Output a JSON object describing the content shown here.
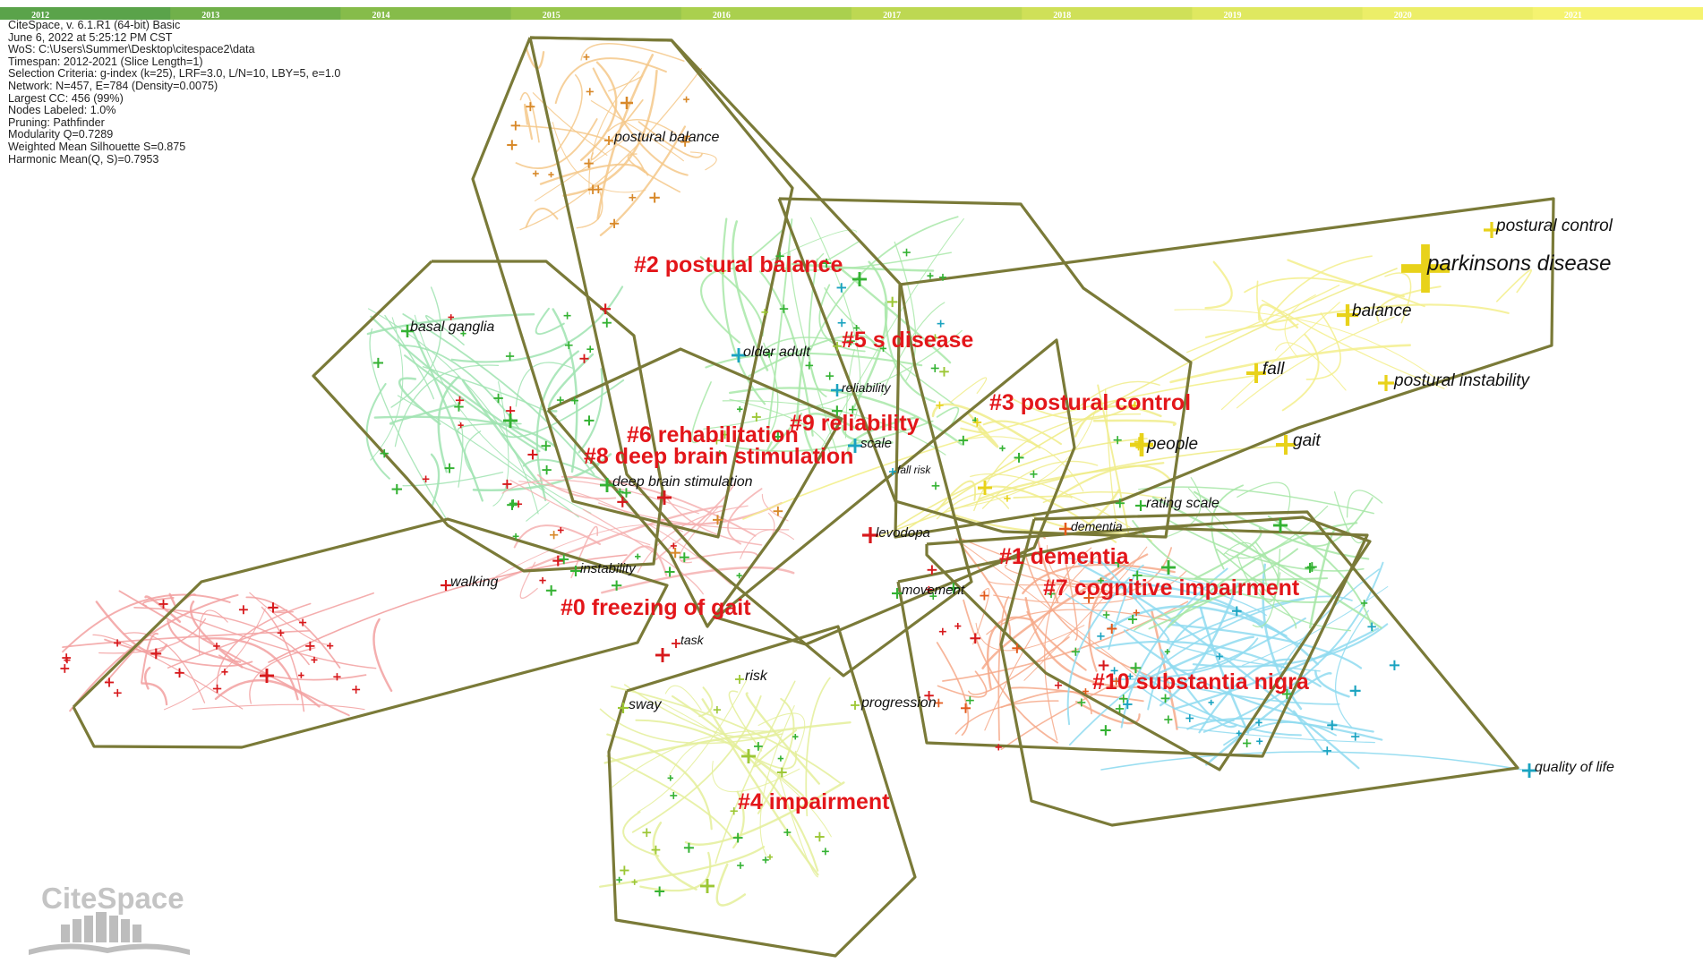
{
  "timeline": {
    "years": [
      "2012",
      "2013",
      "2014",
      "2015",
      "2016",
      "2017",
      "2018",
      "2019",
      "2020",
      "2021"
    ],
    "colors": [
      "#5aa34a",
      "#70b04a",
      "#86bc4a",
      "#98c64c",
      "#aad04e",
      "#bdd852",
      "#cfe058",
      "#dfe860",
      "#ecee68",
      "#f5f370"
    ]
  },
  "stats": [
    "CiteSpace, v. 6.1.R1 (64-bit) Basic",
    "June 6, 2022 at 5:25:12 PM CST",
    "WoS: C:\\Users\\Summer\\Desktop\\citespace2\\data",
    "Timespan: 2012-2021 (Slice Length=1)",
    "Selection Criteria: g-index (k=25), LRF=3.0, L/N=10, LBY=5, e=1.0",
    "Network: N=457, E=784 (Density=0.0075)",
    "Largest CC: 456 (99%)",
    "Nodes Labeled: 1.0%",
    "Pruning: Pathfinder",
    "Modularity Q=0.7289",
    "Weighted Mean Silhouette S=0.875",
    "Harmonic Mean(Q, S)=0.7953"
  ],
  "colors": {
    "hull": "#7a7a38",
    "cluster_label": "#e3161a",
    "red": "#d7191c",
    "orange": "#d8892a",
    "yellow": "#e8d21a",
    "green": "#34b233",
    "lime": "#9cc735",
    "cyan": "#1aa3c0",
    "orangered": "#e25a1c"
  },
  "clusters": [
    {
      "id": "c0",
      "label": "#0 freezing of gait",
      "color": "red"
    },
    {
      "id": "c1",
      "label": "#1 dementia",
      "color": "orangered"
    },
    {
      "id": "c2",
      "label": "#2 postural balance",
      "color": "orange"
    },
    {
      "id": "c3",
      "label": "#3 postural control",
      "color": "yellow"
    },
    {
      "id": "c4",
      "label": "#4 impairment",
      "color": "lime"
    },
    {
      "id": "c5",
      "label": "#5 s disease",
      "color": "cyan"
    },
    {
      "id": "c6",
      "label": "#6 rehabilitation",
      "color": "red"
    },
    {
      "id": "c7",
      "label": "#7 cognitive impairment",
      "color": "green"
    },
    {
      "id": "c8",
      "label": "#8 deep brain stimulation",
      "color": "red"
    },
    {
      "id": "c9",
      "label": "#9 reliability",
      "color": "cyan"
    },
    {
      "id": "c10",
      "label": "#10 substantia nigra",
      "color": "cyan"
    }
  ],
  "nodes": [
    {
      "label": "parkinsons disease",
      "color": "yellow"
    },
    {
      "label": "postural control",
      "color": "yellow"
    },
    {
      "label": "balance",
      "color": "yellow"
    },
    {
      "label": "fall",
      "color": "yellow"
    },
    {
      "label": "postural instability",
      "color": "yellow"
    },
    {
      "label": "gait",
      "color": "yellow"
    },
    {
      "label": "people",
      "color": "yellow"
    },
    {
      "label": "postural balance",
      "color": "orange"
    },
    {
      "label": "basal ganglia",
      "color": "green"
    },
    {
      "label": "older adult",
      "color": "cyan"
    },
    {
      "label": "reliability",
      "color": "cyan"
    },
    {
      "label": "scale",
      "color": "cyan"
    },
    {
      "label": "fall risk",
      "color": "cyan"
    },
    {
      "label": "deep brain stimulation",
      "color": "green"
    },
    {
      "label": "levodopa",
      "color": "red"
    },
    {
      "label": "dementia",
      "color": "orangered"
    },
    {
      "label": "rating scale",
      "color": "green"
    },
    {
      "label": "walking",
      "color": "red"
    },
    {
      "label": "instability",
      "color": "green"
    },
    {
      "label": "movement",
      "color": "green"
    },
    {
      "label": "task",
      "color": "red"
    },
    {
      "label": "risk",
      "color": "lime"
    },
    {
      "label": "sway",
      "color": "lime"
    },
    {
      "label": "progression",
      "color": "lime"
    },
    {
      "label": "quality of life",
      "color": "cyan"
    }
  ],
  "logo": {
    "text": "CiteSpace"
  }
}
